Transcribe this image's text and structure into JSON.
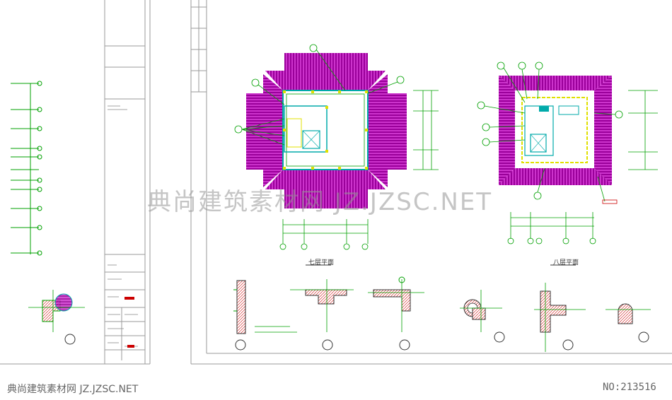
{
  "watermark": {
    "center": "典尚建筑素材网 JZ.JZSC.NET",
    "bottom": "典尚建筑素材网 JZ.JZSC.NET",
    "id": "NO:213516"
  },
  "plans": {
    "left_title": "七层平面",
    "right_title": "八层平面"
  },
  "colors": {
    "roof": "#b000b0",
    "line": "#007a00",
    "frame": "#888888",
    "wall": "#00aaaa",
    "column": "#e0e000",
    "text": "#cc0000"
  }
}
